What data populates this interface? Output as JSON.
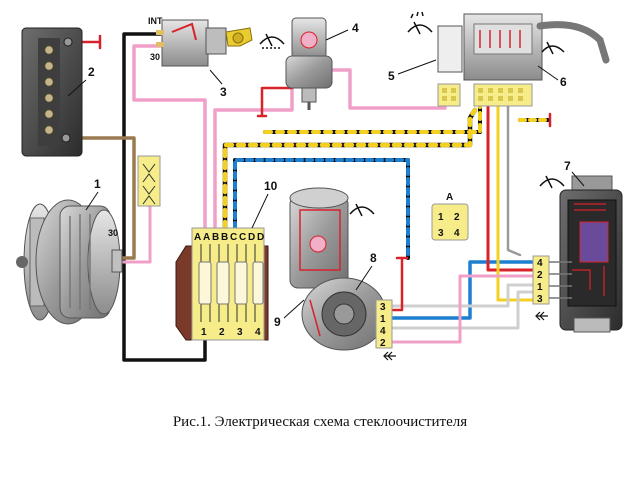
{
  "caption": "Рис.1. Электрическая схема стеклоочистителя",
  "components": {
    "alternator": {
      "number": "1",
      "terminal": "30"
    },
    "battery": {
      "number": "2"
    },
    "ignition_switch": {
      "number": "3",
      "terminal_int": "INT",
      "terminal_30": "30"
    },
    "washer_pump": {
      "number": "4"
    },
    "connector_5": {
      "number": "5"
    },
    "wiper_switch": {
      "number": "6"
    },
    "relay": {
      "number": "7"
    },
    "wiper_motor": {
      "number": "8"
    },
    "motor_reducer": {
      "number": "9"
    },
    "fuse_box": {
      "number": "10",
      "top_labels": [
        "A",
        "A",
        "B",
        "B",
        "C",
        "C",
        "D",
        "D"
      ],
      "bottom_labels": [
        "1",
        "2",
        "3",
        "4"
      ]
    },
    "inset_connector": {
      "title": "A",
      "pins": [
        "1",
        "2",
        "3",
        "4"
      ]
    },
    "relay_connector": {
      "pins": [
        "4",
        "2",
        "1",
        "3"
      ]
    },
    "motor_connector": {
      "pins": [
        "3",
        "1",
        "4",
        "2"
      ]
    }
  },
  "colors": {
    "pink": "#f0a0c8",
    "red": "#d8222a",
    "black": "#111111",
    "blue": "#1e7fd0",
    "yellow": "#f4d020",
    "white_wire": "#d8d8d8",
    "brown": "#9a7a50",
    "grey": "#8a8a8a",
    "dark_grey": "#6a6a6a",
    "connector_yellow": "#f6ec8a"
  }
}
